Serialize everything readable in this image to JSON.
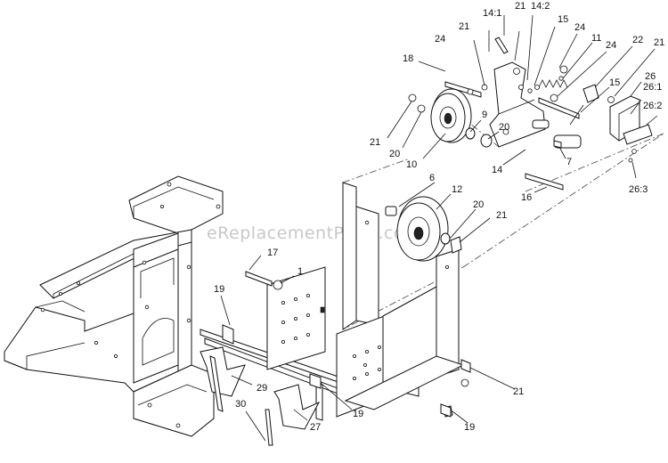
{
  "watermark": "eReplacementParts.com",
  "callouts": {
    "c1": "1",
    "c6": "6",
    "c7": "7",
    "c9": "9",
    "c10": "10",
    "c11": "11",
    "c12": "12",
    "c14": "14",
    "c14_1": "14:1",
    "c14_2": "14:2",
    "c15a": "15",
    "c15b": "15",
    "c16": "16",
    "c17": "17",
    "c18": "18",
    "c19a": "19",
    "c19b": "19",
    "c19c": "19",
    "c20a": "20",
    "c20b": "20",
    "c20c": "20",
    "c21a": "21",
    "c21b": "21",
    "c21c": "21",
    "c21d": "21",
    "c21e": "21",
    "c21f": "21",
    "c22": "22",
    "c24a": "24",
    "c24b": "24",
    "c24c": "24",
    "c26": "26",
    "c26_1": "26:1",
    "c26_2": "26:2",
    "c26_3": "26:3",
    "c27": "27",
    "c29": "29",
    "c30": "30"
  }
}
